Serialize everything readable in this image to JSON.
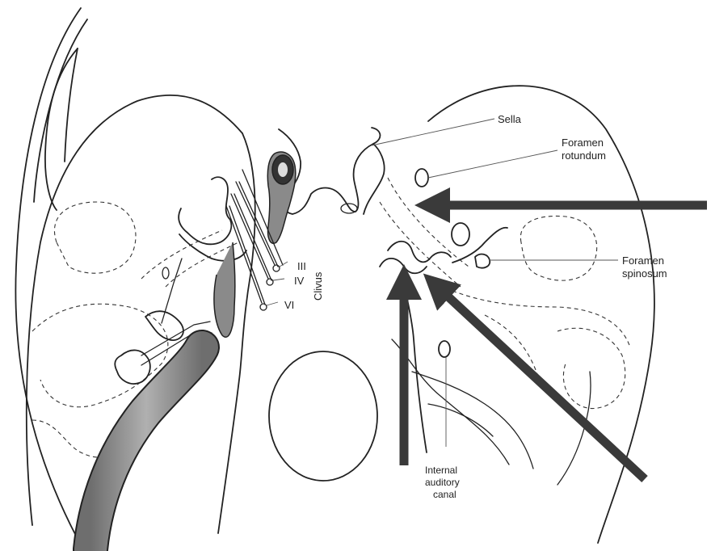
{
  "labels": {
    "sella": "Sella",
    "foramen_rotundum_line1": "Foramen",
    "foramen_rotundum_line2": "rotundum",
    "foramen_spinosum_line1": "Foramen",
    "foramen_spinosum_line2": "spinosum",
    "internal_auditory_canal_line1": "Internal",
    "internal_auditory_canal_line2": "auditory",
    "internal_auditory_canal_line3": "canal",
    "clivus": "Clivus",
    "nerve_iii": "III",
    "nerve_iv": "IV",
    "nerve_vi": "VI"
  },
  "colors": {
    "line": "#222222",
    "arrow": "#3a3a3a",
    "vessel": "#808080"
  }
}
